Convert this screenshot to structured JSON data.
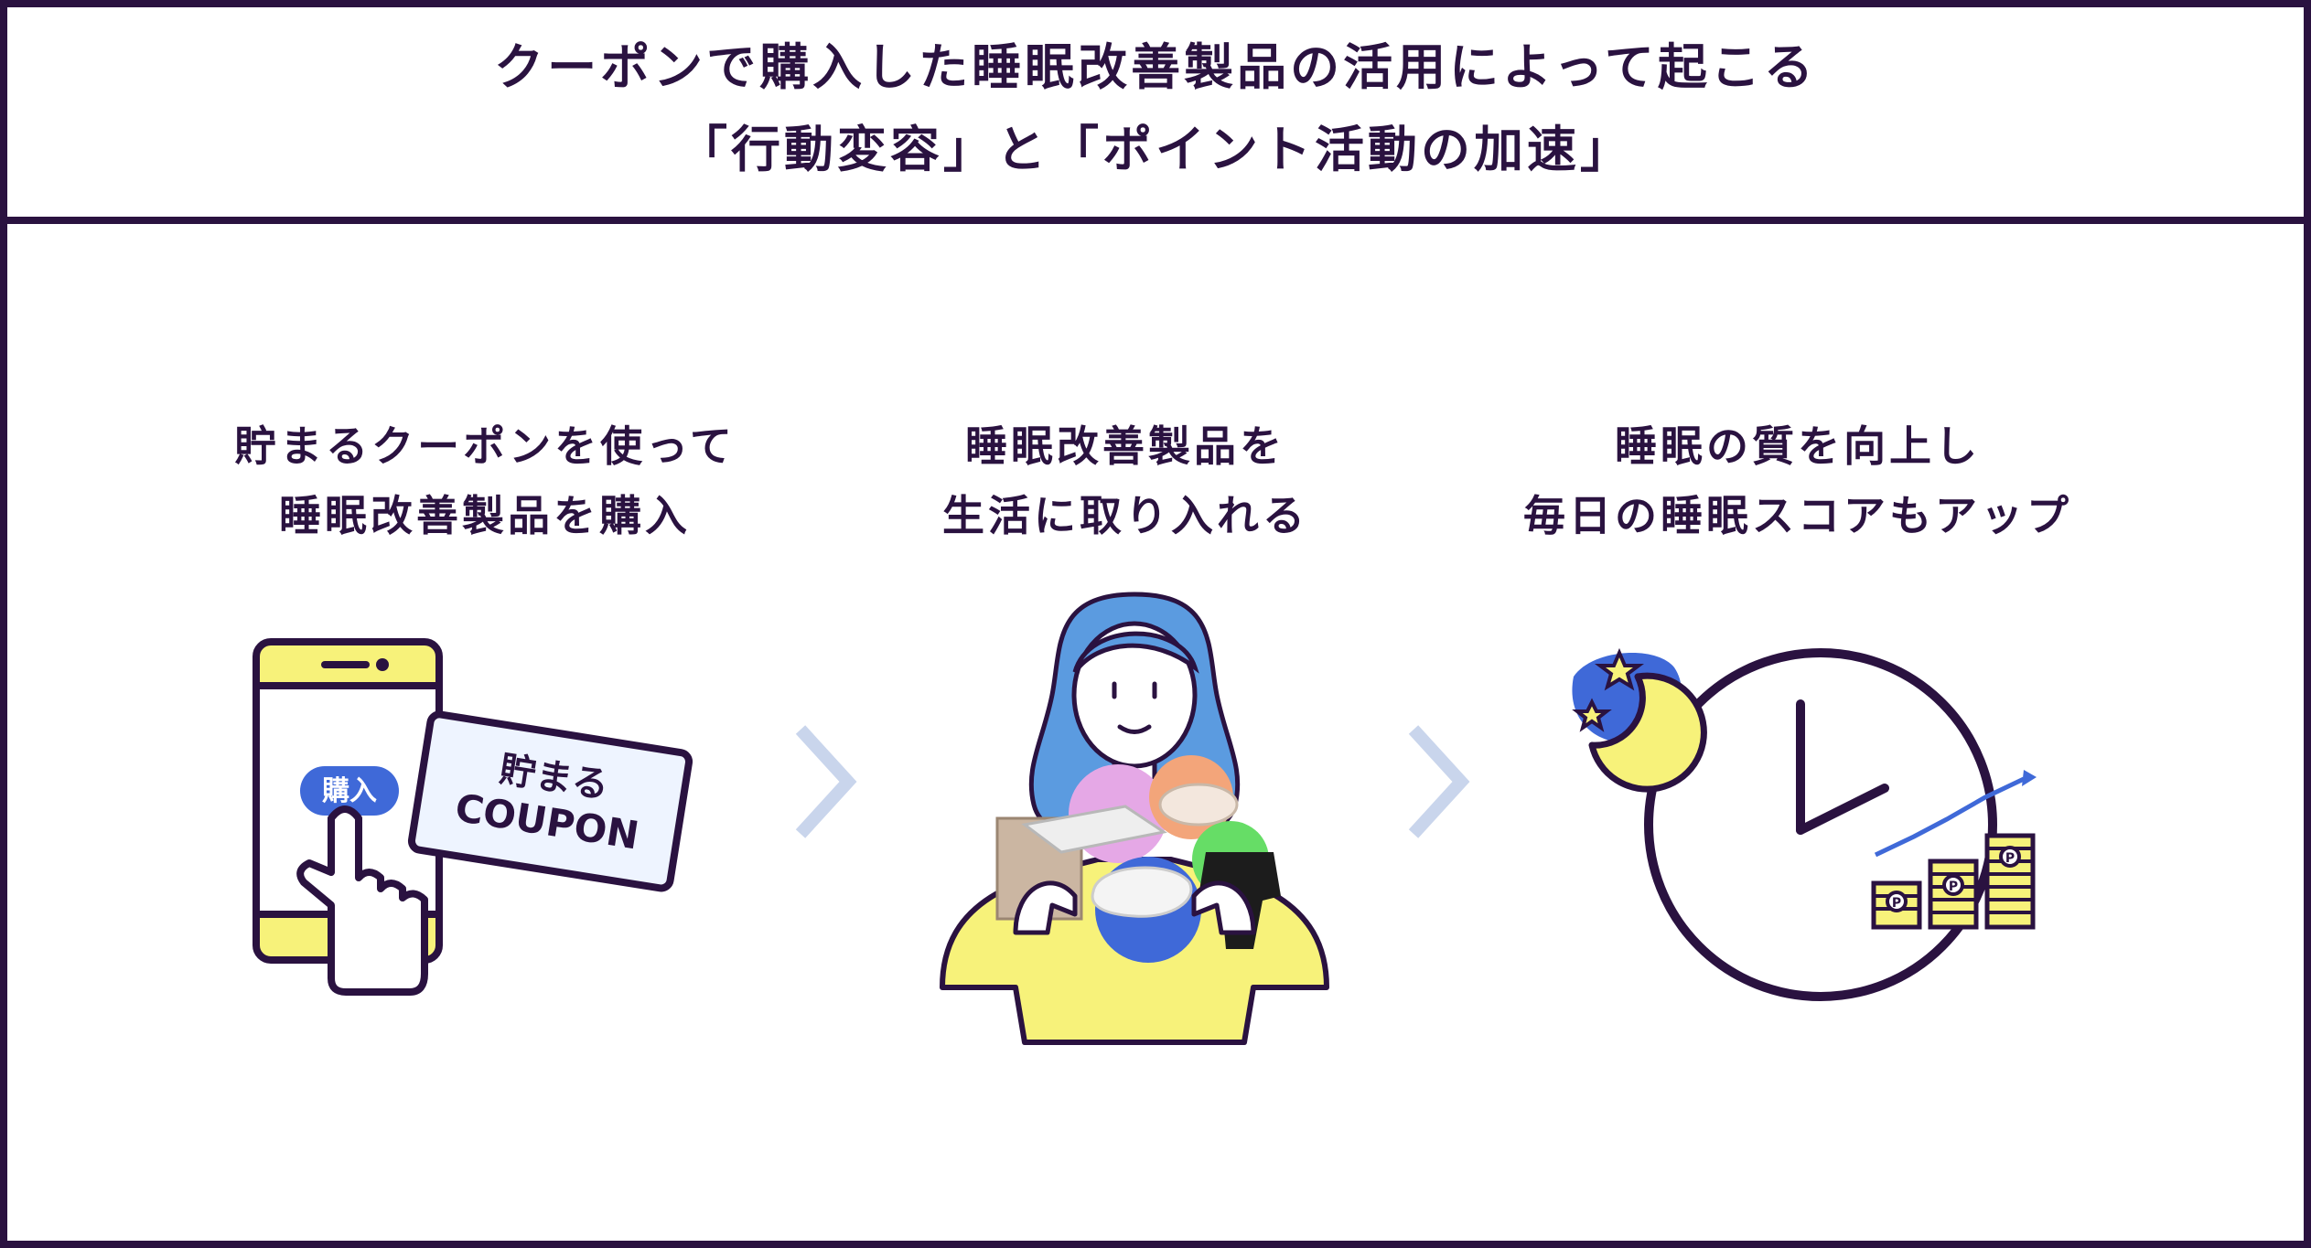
{
  "title": {
    "line1": "クーポンで購入した睡眠改善製品の活用によって起こる",
    "line2": "「行動変容」と「ポイント活動の加速」"
  },
  "steps": [
    {
      "line1": "貯まるクーポンを使って",
      "line2": "睡眠改善製品を購入"
    },
    {
      "line1": "睡眠改善製品を",
      "line2": "生活に取り入れる"
    },
    {
      "line1": "睡眠の質を向上し",
      "line2": "毎日の睡眠スコアもアップ"
    }
  ],
  "phone": {
    "buy_button_label": "購入"
  },
  "coupon": {
    "line1": "貯まる",
    "line2": "COUPON"
  },
  "coins": {
    "symbol": "P"
  },
  "colors": {
    "outline": "#2a1240",
    "yellow": "#f7f27a",
    "blue": "#3f69d8",
    "chevron": "#c9d5ec",
    "coupon_bg": "#eef4ff",
    "hair": "#5b9be0"
  }
}
